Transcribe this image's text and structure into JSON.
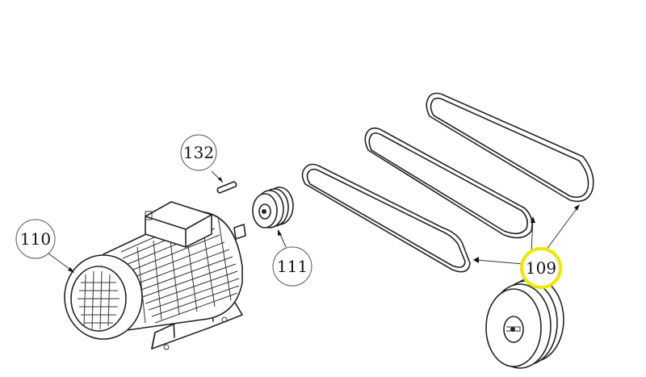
{
  "callouts": {
    "c132": "132",
    "c110": "110",
    "c111": "111",
    "c109": "109"
  },
  "colors": {
    "line": "#222222",
    "highlight": "#f2e600",
    "background": "#ffffff"
  },
  "highlighted_callout": "109"
}
